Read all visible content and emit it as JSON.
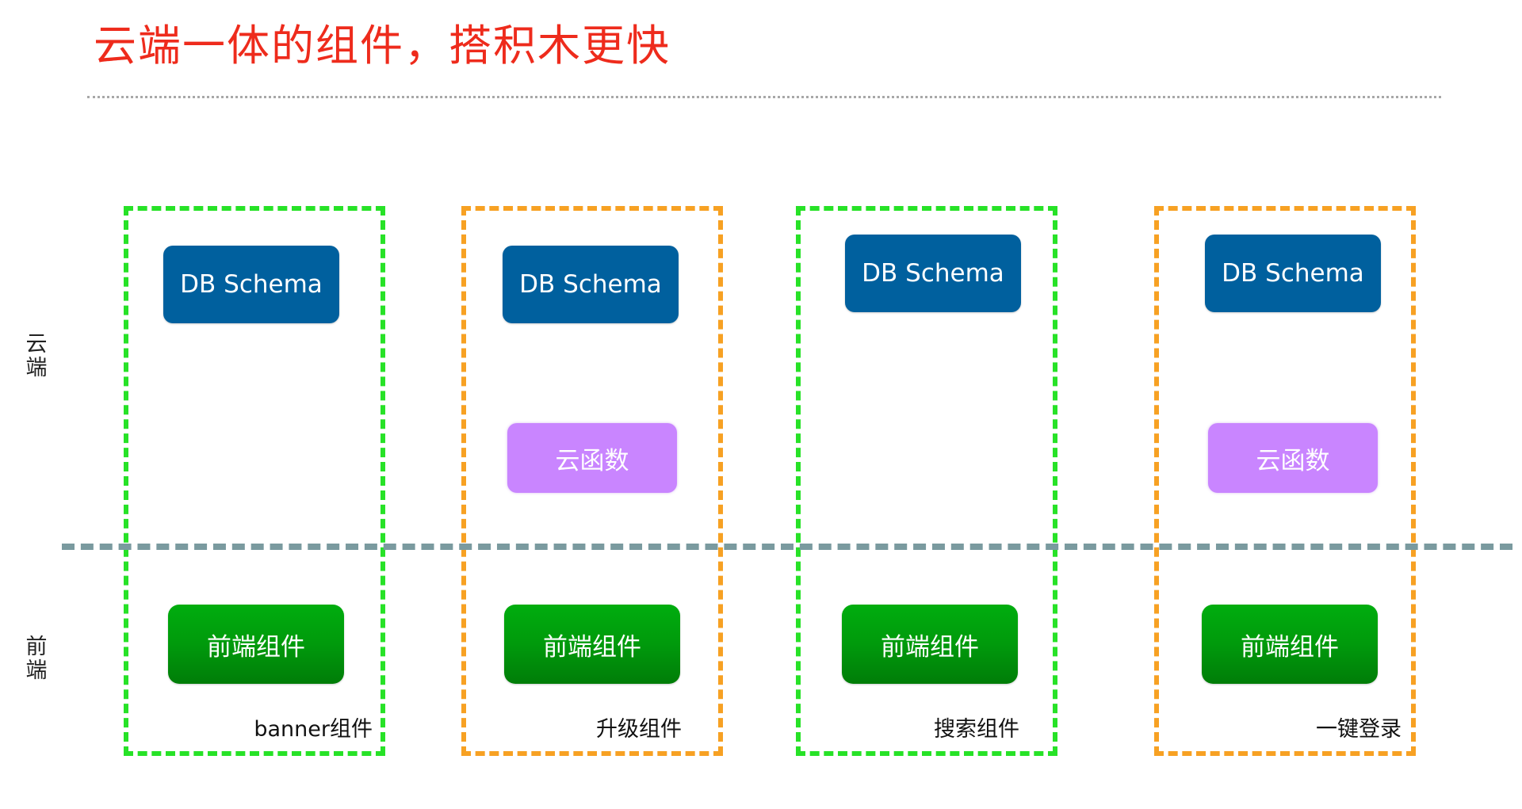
{
  "title": "云端一体的组件，搭积木更快",
  "layers": {
    "cloud": "云端",
    "frontend": "前端"
  },
  "components": [
    {
      "name": "banner组件",
      "db_schema": "DB Schema",
      "frontend": "前端组件"
    },
    {
      "name": "升级组件",
      "db_schema": "DB Schema",
      "cloud_function": "云函数",
      "frontend": "前端组件"
    },
    {
      "name": "搜索组件",
      "db_schema": "DB Schema",
      "frontend": "前端组件"
    },
    {
      "name": "一键登录",
      "db_schema": "DB Schema",
      "cloud_function": "云函数",
      "frontend": "前端组件"
    }
  ],
  "colors": {
    "title": "#ee2b1c",
    "db_schema": "#00609e",
    "cloud_function": "#c985ff",
    "frontend": "#009a0c",
    "border_green": "#27e227",
    "border_orange": "#f7a123",
    "layer_divider": "#7a9a9f"
  }
}
